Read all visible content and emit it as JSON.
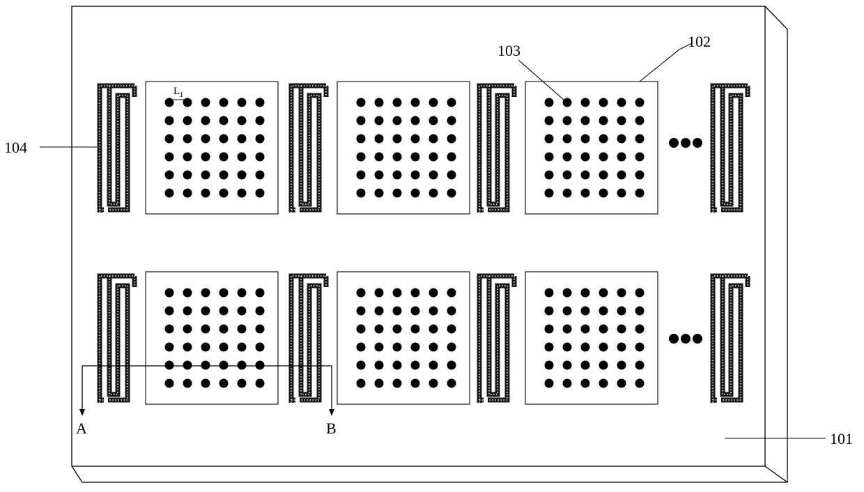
{
  "labels": {
    "substrate": "101",
    "array_unit": "102",
    "via_hole": "103",
    "meander_line": "104",
    "spacing": "L",
    "spacing_subscript": "1",
    "section_start": "A",
    "section_end": "B"
  },
  "layout": {
    "rows": 2,
    "arrays_per_row": 3,
    "dots_per_side": 6,
    "continuation_mark_count": 3
  },
  "colors": {
    "line": "#000000",
    "fill": "#ffffff",
    "meander_stroke": "#1a1a1a"
  }
}
